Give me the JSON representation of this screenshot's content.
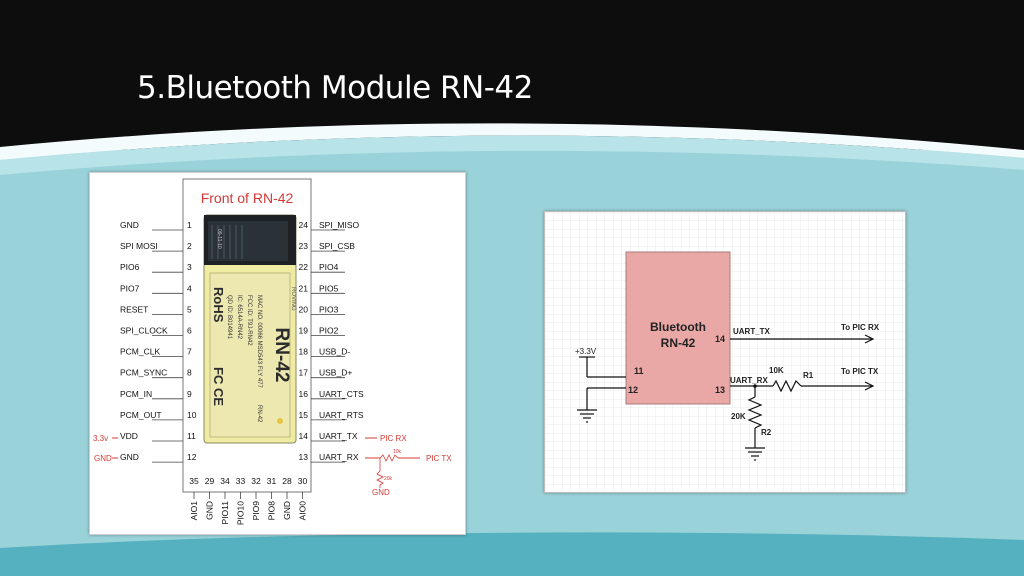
{
  "title": "5.Bluetooth Module RN-42",
  "pinout": {
    "caption": "Front of RN-42",
    "left_pins": [
      {
        "name": "GND",
        "num": "1"
      },
      {
        "name": "SPI MOSI",
        "num": "2"
      },
      {
        "name": "PIO6",
        "num": "3"
      },
      {
        "name": "PIO7",
        "num": "4"
      },
      {
        "name": "RESET",
        "num": "5"
      },
      {
        "name": "SPI_CLOCK",
        "num": "6"
      },
      {
        "name": "PCM_CLK",
        "num": "7"
      },
      {
        "name": "PCM_SYNC",
        "num": "8"
      },
      {
        "name": "PCM_IN",
        "num": "9"
      },
      {
        "name": "PCM_OUT",
        "num": "10"
      },
      {
        "name": "VDD",
        "num": "11"
      },
      {
        "name": "GND",
        "num": "12"
      }
    ],
    "right_pins": [
      {
        "name": "SPI_MISO",
        "num": "24"
      },
      {
        "name": "SPI_CSB",
        "num": "23"
      },
      {
        "name": "PIO4",
        "num": "22"
      },
      {
        "name": "PIO5",
        "num": "21"
      },
      {
        "name": "PIO3",
        "num": "20"
      },
      {
        "name": "PIO2",
        "num": "19"
      },
      {
        "name": "USB_D-",
        "num": "18"
      },
      {
        "name": "USB_D+",
        "num": "17"
      },
      {
        "name": "UART_CTS",
        "num": "16"
      },
      {
        "name": "UART_RTS",
        "num": "15"
      },
      {
        "name": "UART_TX",
        "num": "14"
      },
      {
        "name": "UART_RX",
        "num": "13"
      }
    ],
    "bottom_pins": [
      {
        "name": "AIO1",
        "num": "35"
      },
      {
        "name": "GND",
        "num": "29"
      },
      {
        "name": "PIO11",
        "num": "34"
      },
      {
        "name": "PIO10",
        "num": "33"
      },
      {
        "name": "PIO9",
        "num": "32"
      },
      {
        "name": "PIO8",
        "num": "31"
      },
      {
        "name": "GND",
        "num": "28"
      },
      {
        "name": "AIO0",
        "num": "30"
      }
    ],
    "annotations": {
      "v33": "3.3v",
      "gnd_left": "GND",
      "pic_rx": "PIC RX",
      "pic_tx": "PIC TX",
      "r_top": "10k",
      "r_bottom": "20k",
      "gnd_bottom": "GND"
    },
    "chip_text": {
      "brand": "ROVING",
      "model": "RN-42",
      "rohs": "RoHS",
      "fcc_ce": "FC  CE",
      "line1": "RN-42",
      "line2": "MAC NO. 00066 MSD543 FLY 477",
      "line3": "FCC ID: T9J-RN42",
      "line4": "IC: 6514A-RN42",
      "line5": "QD ID: B014941",
      "date": "09-11-10"
    },
    "colors": {
      "annotation": "#d63a36",
      "caption": "#d63a36"
    }
  },
  "schematic": {
    "module_name": "Bluetooth",
    "module_model": "RN-42",
    "pins": {
      "p11": "11",
      "p12": "12",
      "p13": "13",
      "p14": "14"
    },
    "net_tx": "UART_TX",
    "net_rx": "UART_RX",
    "supply": "+3.3V",
    "out_rx": "To PIC RX",
    "out_tx": "To PIC TX",
    "r1_value": "10K",
    "r1_name": "R1",
    "r2_value": "20K",
    "r2_name": "R2",
    "colors": {
      "module_fill": "#e9a8a6",
      "module_border": "#a77b7b"
    }
  }
}
